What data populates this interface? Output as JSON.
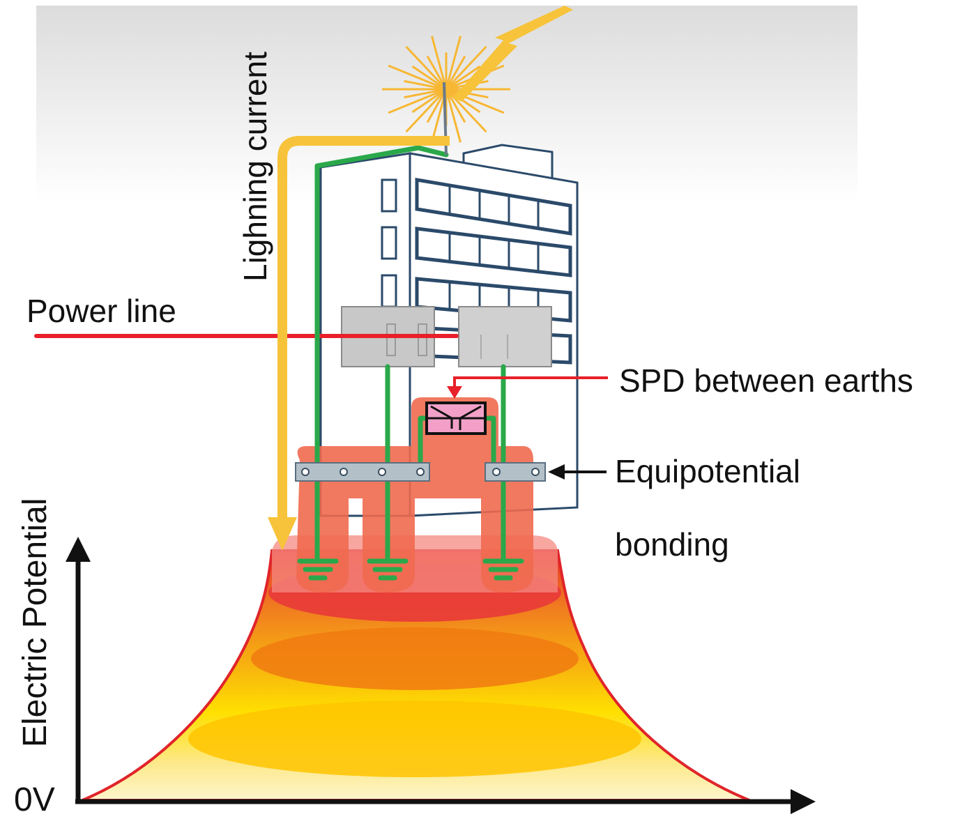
{
  "labels": {
    "lightning_current": "Lighning current",
    "power_line": "Power line",
    "spd": "SPD between earths",
    "equipotential_line1": "Equipotential",
    "equipotential_line2": "bonding",
    "y_axis": "Electric Potential",
    "zero": "0V"
  },
  "colors": {
    "lightning": "#f7c33a",
    "earth_wire": "#2aa84a",
    "power_line": "#e8202a",
    "building_outline": "#2b4a6a",
    "bonding_zone": "#f06a4f",
    "spd_fill": "#f2a0c8",
    "potential_outer": "#e83a30",
    "potential_mid": "#f29018",
    "potential_low": "#ffe600",
    "potential_base": "#fdf3c0",
    "sky_top": "#e0e0e0"
  }
}
